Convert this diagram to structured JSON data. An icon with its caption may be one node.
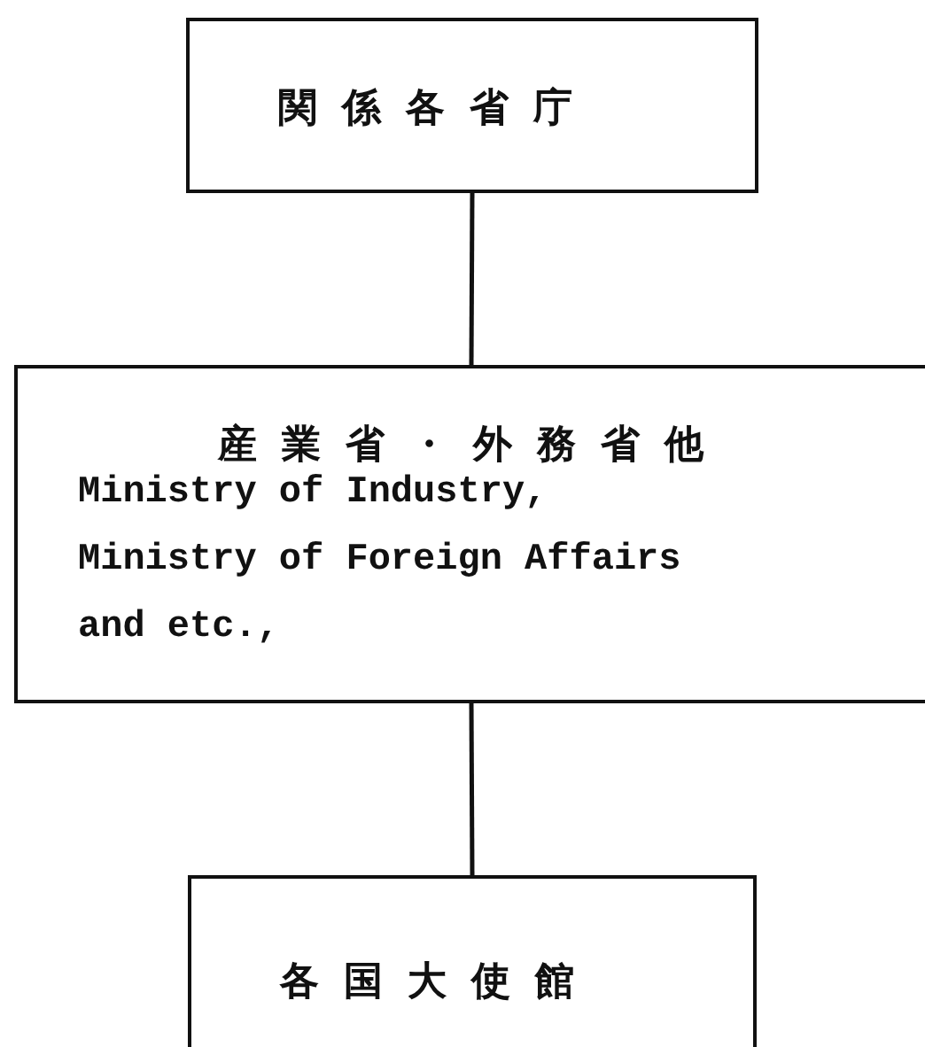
{
  "diagram": {
    "nodes": [
      {
        "text": [
          "関係各省庁"
        ]
      },
      {
        "text": [
          "産業省・外務省他",
          "Ministry of Industry, Ministry of Foreign Affairs and etc.,"
        ]
      },
      {
        "text": [
          "各国大使館"
        ]
      }
    ],
    "edges": [
      {
        "from": 0,
        "to": 1,
        "arrow": "none"
      },
      {
        "from": 1,
        "to": 2,
        "arrow": "none"
      }
    ]
  }
}
